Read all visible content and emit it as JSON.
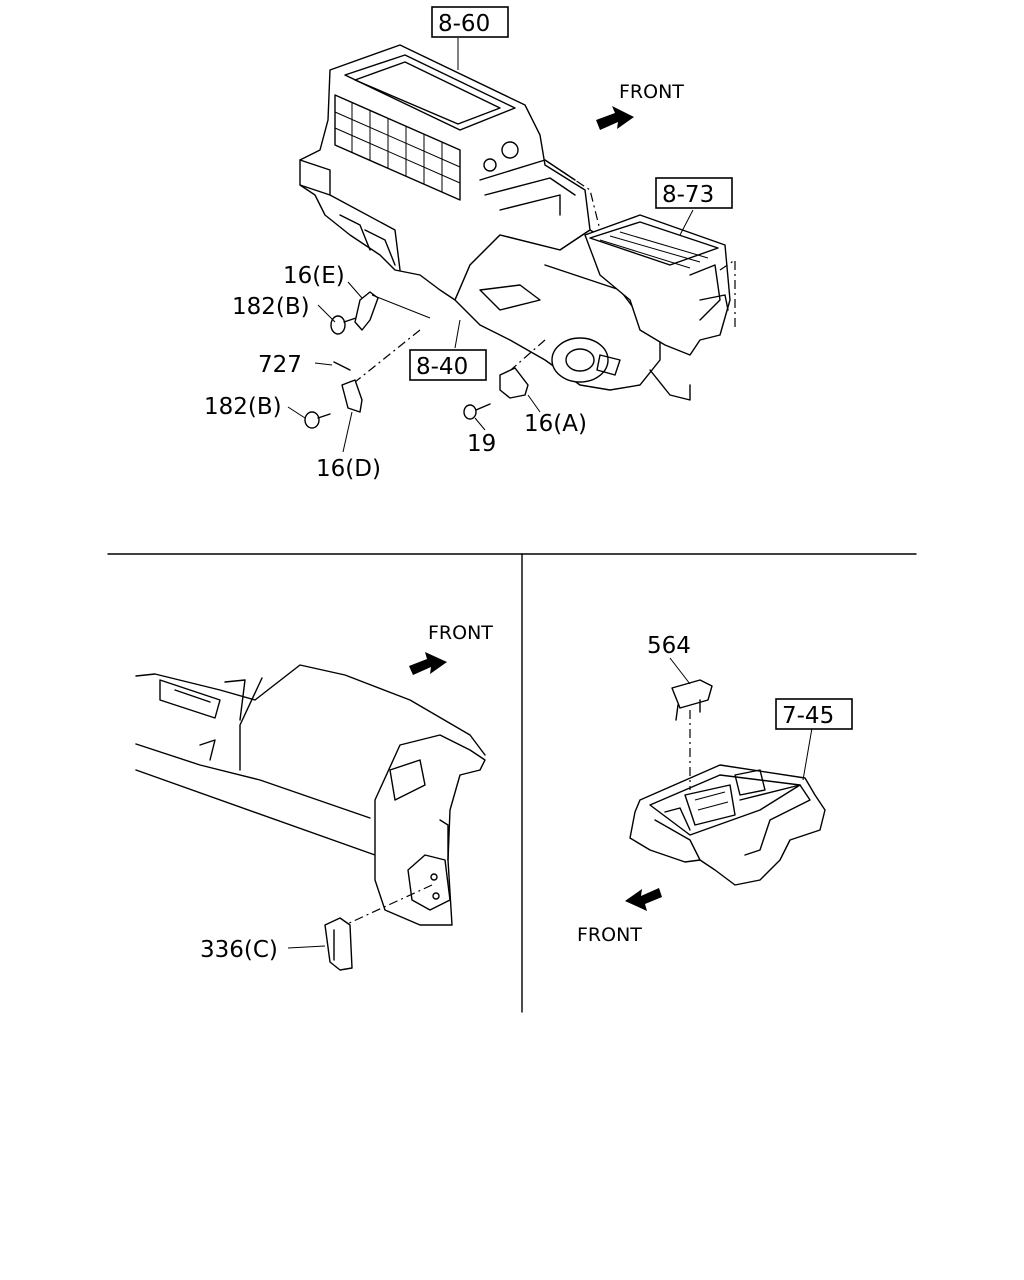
{
  "front_labels": [
    "FRONT",
    "FRONT",
    "FRONT"
  ],
  "refs": {
    "r8_60": "8-60",
    "r8_73": "8-73",
    "r8_40": "8-40",
    "r7_45": "7-45"
  },
  "parts": {
    "p16e": "16(E)",
    "p182b_top": "182(B)",
    "p727": "727",
    "p182b_bot": "182(B)",
    "p16d": "16(D)",
    "p19": "19",
    "p16a": "16(A)",
    "p336c": "336(C)",
    "p564": "564"
  }
}
